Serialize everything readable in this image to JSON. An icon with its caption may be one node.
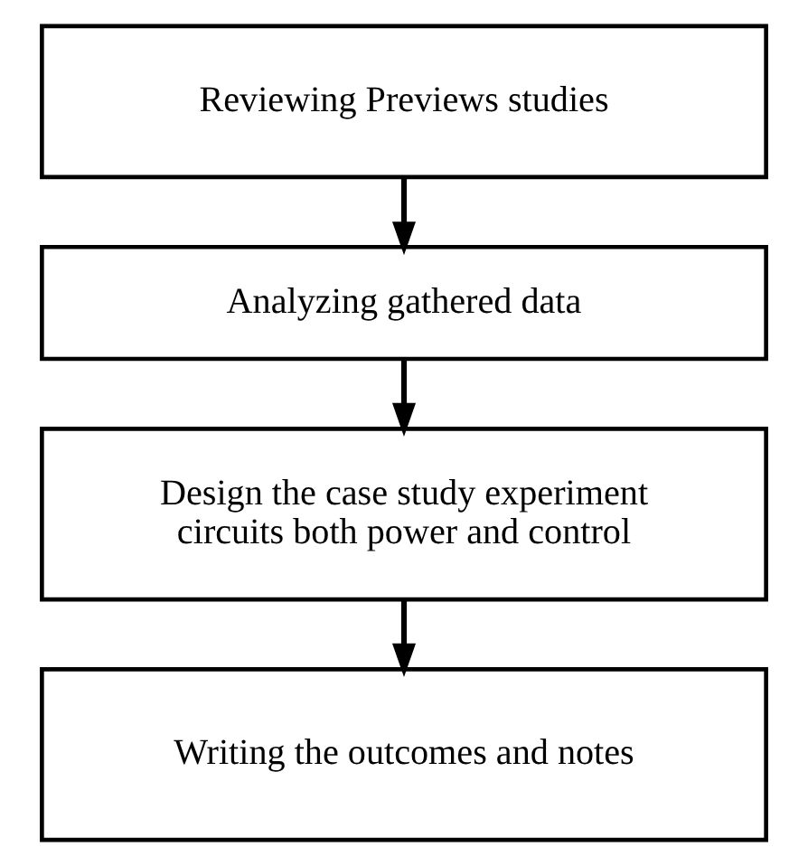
{
  "diagram": {
    "nodes": [
      {
        "text": [
          "Reviewing Previews studies"
        ]
      },
      {
        "text": [
          "Analyzing gathered data"
        ]
      },
      {
        "text": [
          "Design the case study experiment circuits both power and control"
        ]
      },
      {
        "text": [
          "Writing the outcomes and notes"
        ]
      }
    ],
    "edges": [
      {
        "from": 0,
        "to": 1,
        "arrow": "to"
      },
      {
        "from": 1,
        "to": 2,
        "arrow": "to"
      },
      {
        "from": 2,
        "to": 3,
        "arrow": "to"
      }
    ]
  }
}
